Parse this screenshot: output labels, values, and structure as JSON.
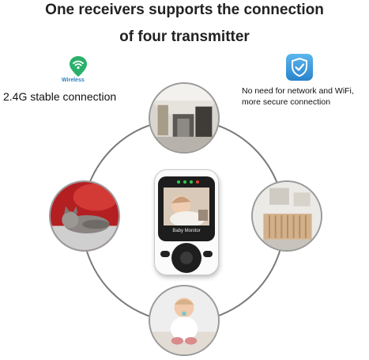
{
  "header": {
    "line1": "One receivers supports the connection",
    "line2": "of four transmitter"
  },
  "features": {
    "wireless": {
      "icon": "wifi-location-pin-icon",
      "label": "Wireless",
      "text": "2.4G  stable connection",
      "color": "#2a7fc1"
    },
    "secure": {
      "icon": "shield-check-icon",
      "line1": "No need for network and WiFi,",
      "line2": "more secure connection",
      "color": "#3a9de0"
    }
  },
  "device": {
    "brand": "Baby Monitor"
  }
}
